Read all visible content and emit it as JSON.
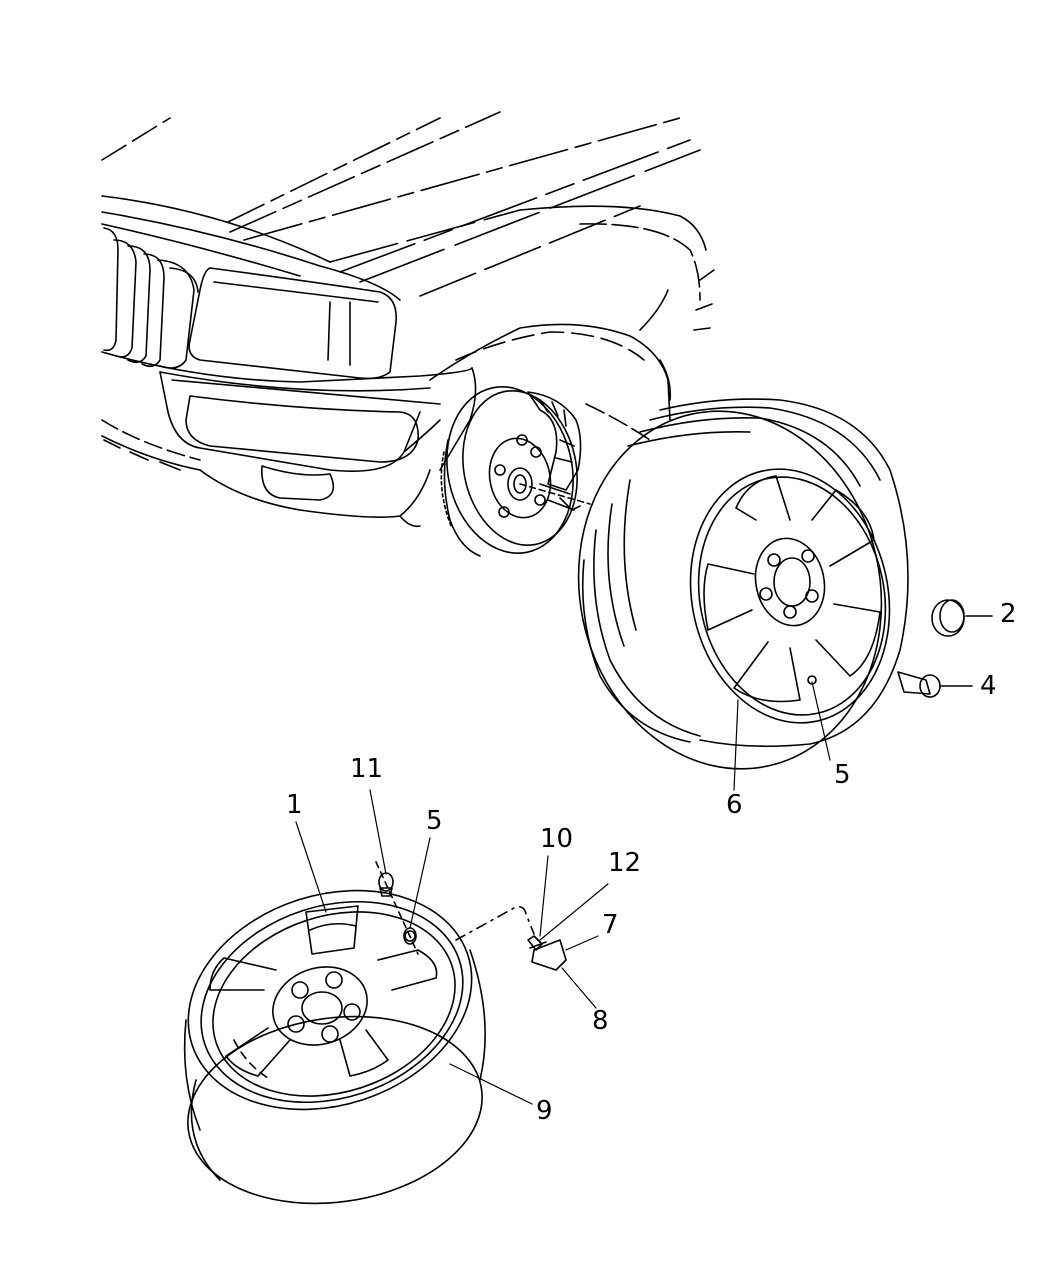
{
  "diagram": {
    "type": "exploded-parts-diagram",
    "callouts": {
      "c2": "2",
      "c4": "4",
      "c5a": "5",
      "c6": "6",
      "c11": "11",
      "c1": "1",
      "c5b": "5",
      "c10": "10",
      "c12": "12",
      "c7": "7",
      "c8": "8",
      "c9": "9"
    }
  }
}
